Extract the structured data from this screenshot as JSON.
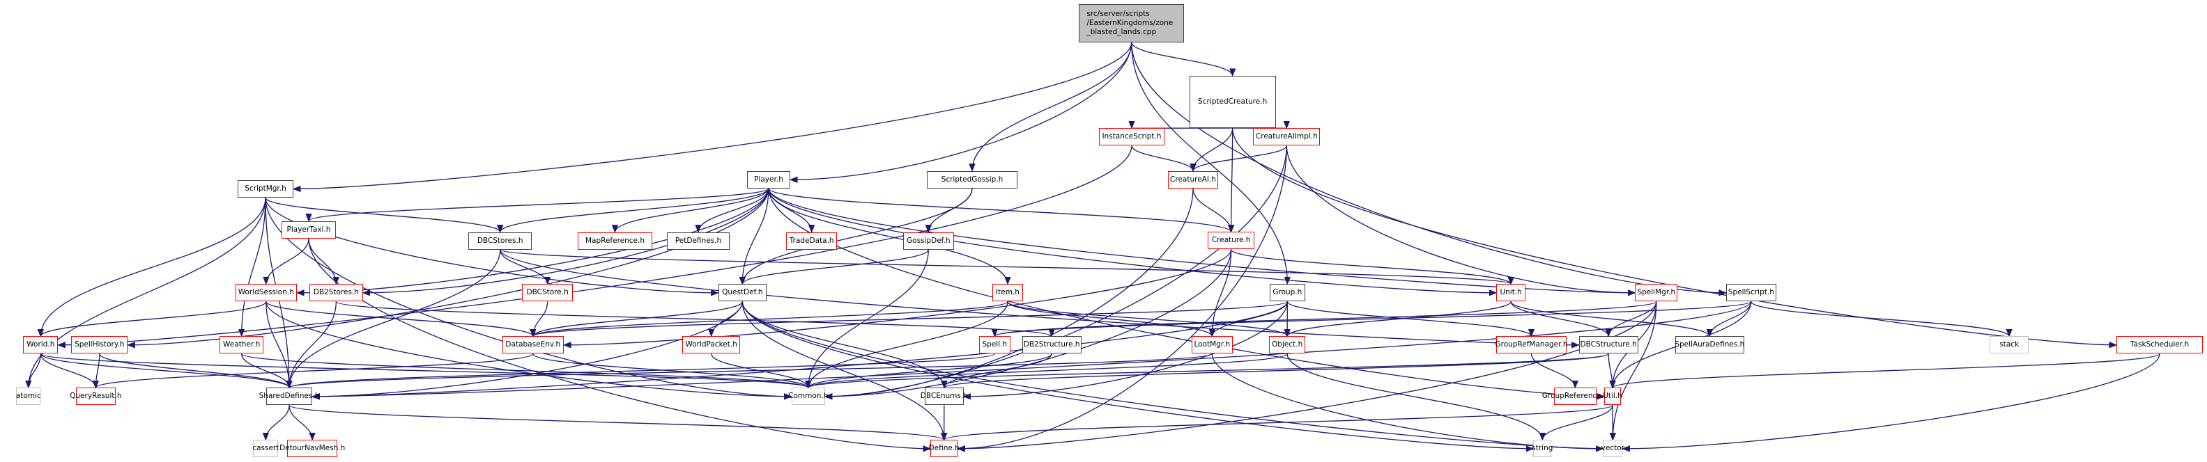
{
  "diagram": {
    "title": "src/server/scripts/EasternKingdoms/zone_blasted_lands.cpp include dependency graph",
    "edge_color": "#191970",
    "node_styles": {
      "root": {
        "fill": "#bfbfbf",
        "border": "#404040"
      },
      "normal": {
        "fill": "#ffffff",
        "border": "#404040"
      },
      "red": {
        "fill": "#ffffff",
        "border": "#ff0000"
      },
      "ext": {
        "fill": "#ffffff",
        "border": "#bfbfbf"
      }
    },
    "nodes": [
      {
        "id": "root",
        "label": "src/server/scripts\n/EasternKingdoms/zone\n_blasted_lands.cpp",
        "style": "root"
      },
      {
        "id": "ScriptedCreature",
        "label": "ScriptedCreature.h",
        "style": "normal"
      },
      {
        "id": "InstanceScript",
        "label": "InstanceScript.h",
        "style": "red"
      },
      {
        "id": "CreatureAIImpl",
        "label": "CreatureAIImpl.h",
        "style": "red"
      },
      {
        "id": "ScriptMgr",
        "label": "ScriptMgr.h",
        "style": "normal"
      },
      {
        "id": "Player",
        "label": "Player.h",
        "style": "normal"
      },
      {
        "id": "ScriptedGossip",
        "label": "ScriptedGossip.h",
        "style": "normal"
      },
      {
        "id": "CreatureAI",
        "label": "CreatureAI.h",
        "style": "red"
      },
      {
        "id": "PlayerTaxi",
        "label": "PlayerTaxi.h",
        "style": "red"
      },
      {
        "id": "DBCStores",
        "label": "DBCStores.h",
        "style": "normal"
      },
      {
        "id": "MapReference",
        "label": "MapReference.h",
        "style": "red"
      },
      {
        "id": "PetDefines",
        "label": "PetDefines.h",
        "style": "normal"
      },
      {
        "id": "TradeData",
        "label": "TradeData.h",
        "style": "red"
      },
      {
        "id": "GossipDef",
        "label": "GossipDef.h",
        "style": "red"
      },
      {
        "id": "Creature",
        "label": "Creature.h",
        "style": "red"
      },
      {
        "id": "WorldSession",
        "label": "WorldSession.h",
        "style": "red"
      },
      {
        "id": "DB2Stores",
        "label": "DB2Stores.h",
        "style": "red"
      },
      {
        "id": "DBCStore",
        "label": "DBCStore.h",
        "style": "red"
      },
      {
        "id": "QuestDef",
        "label": "QuestDef.h",
        "style": "normal"
      },
      {
        "id": "Item",
        "label": "Item.h",
        "style": "red"
      },
      {
        "id": "Group",
        "label": "Group.h",
        "style": "normal"
      },
      {
        "id": "Unit",
        "label": "Unit.h",
        "style": "red"
      },
      {
        "id": "SpellMgr",
        "label": "SpellMgr.h",
        "style": "red"
      },
      {
        "id": "SpellScript",
        "label": "SpellScript.h",
        "style": "normal"
      },
      {
        "id": "World",
        "label": "World.h",
        "style": "red"
      },
      {
        "id": "SpellHistory",
        "label": "SpellHistory.h",
        "style": "red"
      },
      {
        "id": "Weather",
        "label": "Weather.h",
        "style": "red"
      },
      {
        "id": "DatabaseEnv",
        "label": "DatabaseEnv.h",
        "style": "red"
      },
      {
        "id": "WorldPacket",
        "label": "WorldPacket.h",
        "style": "red"
      },
      {
        "id": "Spell",
        "label": "Spell.h",
        "style": "red"
      },
      {
        "id": "DB2Structure",
        "label": "DB2Structure.h",
        "style": "normal"
      },
      {
        "id": "LootMgr",
        "label": "LootMgr.h",
        "style": "red"
      },
      {
        "id": "Object",
        "label": "Object.h",
        "style": "red"
      },
      {
        "id": "GroupRefManager",
        "label": "GroupRefManager.h",
        "style": "red"
      },
      {
        "id": "DBCStructure",
        "label": "DBCStructure.h",
        "style": "normal"
      },
      {
        "id": "SpellAuraDefines",
        "label": "SpellAuraDefines.h",
        "style": "normal"
      },
      {
        "id": "stack",
        "label": "stack",
        "style": "ext"
      },
      {
        "id": "TaskScheduler",
        "label": "TaskScheduler.h",
        "style": "red"
      },
      {
        "id": "atomic",
        "label": "atomic",
        "style": "ext"
      },
      {
        "id": "QueryResult",
        "label": "QueryResult.h",
        "style": "red"
      },
      {
        "id": "SharedDefines",
        "label": "SharedDefines.h",
        "style": "normal"
      },
      {
        "id": "Common",
        "label": "Common.h",
        "style": "ext"
      },
      {
        "id": "DBCEnums",
        "label": "DBCEnums.h",
        "style": "normal"
      },
      {
        "id": "GroupReference",
        "label": "GroupReference.h",
        "style": "red"
      },
      {
        "id": "Util",
        "label": "Util.h",
        "style": "red"
      },
      {
        "id": "cassert",
        "label": "cassert",
        "style": "ext"
      },
      {
        "id": "DetourNavMesh",
        "label": "DetourNavMesh.h",
        "style": "red"
      },
      {
        "id": "Define",
        "label": "Define.h",
        "style": "red"
      },
      {
        "id": "string",
        "label": "string",
        "style": "ext"
      },
      {
        "id": "vector",
        "label": "vector",
        "style": "ext"
      }
    ],
    "edges": [
      [
        "root",
        "ScriptedCreature"
      ],
      [
        "root",
        "ScriptMgr"
      ],
      [
        "root",
        "Player"
      ],
      [
        "root",
        "ScriptedGossip"
      ],
      [
        "root",
        "Group"
      ],
      [
        "root",
        "SpellScript"
      ],
      [
        "ScriptedCreature",
        "InstanceScript"
      ],
      [
        "ScriptedCreature",
        "CreatureAI"
      ],
      [
        "ScriptedCreature",
        "CreatureAIImpl"
      ],
      [
        "ScriptedCreature",
        "Creature"
      ],
      [
        "ScriptedCreature",
        "TaskScheduler"
      ],
      [
        "InstanceScript",
        "CreatureAI"
      ],
      [
        "InstanceScript",
        "World"
      ],
      [
        "CreatureAIImpl",
        "CreatureAI"
      ],
      [
        "CreatureAIImpl",
        "SpellMgr"
      ],
      [
        "CreatureAIImpl",
        "Common"
      ],
      [
        "CreatureAIImpl",
        "Define"
      ],
      [
        "CreatureAI",
        "Creature"
      ],
      [
        "CreatureAI",
        "Common"
      ],
      [
        "ScriptMgr",
        "DBCStores"
      ],
      [
        "ScriptMgr",
        "QuestDef"
      ],
      [
        "ScriptMgr",
        "World"
      ],
      [
        "ScriptMgr",
        "Weather"
      ],
      [
        "ScriptMgr",
        "SharedDefines"
      ],
      [
        "ScriptMgr",
        "Common"
      ],
      [
        "ScriptMgr",
        "atomic"
      ],
      [
        "Player",
        "PlayerTaxi"
      ],
      [
        "Player",
        "DBCStores"
      ],
      [
        "Player",
        "MapReference"
      ],
      [
        "Player",
        "PetDefines"
      ],
      [
        "Player",
        "TradeData"
      ],
      [
        "Player",
        "QuestDef"
      ],
      [
        "Player",
        "Item"
      ],
      [
        "Player",
        "WorldSession"
      ],
      [
        "Player",
        "DB2Stores"
      ],
      [
        "Player",
        "SpellHistory"
      ],
      [
        "Player",
        "Unit"
      ],
      [
        "Player",
        "SpellMgr"
      ],
      [
        "Player",
        "Util"
      ],
      [
        "Player",
        "Creature"
      ],
      [
        "ScriptedGossip",
        "GossipDef"
      ],
      [
        "ScriptedGossip",
        "QuestDef"
      ],
      [
        "GossipDef",
        "QuestDef"
      ],
      [
        "GossipDef",
        "Common"
      ],
      [
        "PlayerTaxi",
        "WorldSession"
      ],
      [
        "PlayerTaxi",
        "DB2Stores"
      ],
      [
        "PlayerTaxi",
        "Define"
      ],
      [
        "DBCStores",
        "DBCStore"
      ],
      [
        "DBCStores",
        "SharedDefines"
      ],
      [
        "DBCStores",
        "DBCStructure"
      ],
      [
        "DBCStores",
        "Unit"
      ],
      [
        "DBCStore",
        "DatabaseEnv"
      ],
      [
        "Creature",
        "LootMgr"
      ],
      [
        "Creature",
        "Unit"
      ],
      [
        "Creature",
        "DatabaseEnv"
      ],
      [
        "Creature",
        "Common"
      ],
      [
        "WorldSession",
        "World"
      ],
      [
        "WorldSession",
        "DatabaseEnv"
      ],
      [
        "WorldSession",
        "SharedDefines"
      ],
      [
        "WorldSession",
        "Common"
      ],
      [
        "DB2Stores",
        "SharedDefines"
      ],
      [
        "DB2Stores",
        "DB2Structure"
      ],
      [
        "QuestDef",
        "WorldPacket"
      ],
      [
        "QuestDef",
        "DatabaseEnv"
      ],
      [
        "QuestDef",
        "SharedDefines"
      ],
      [
        "QuestDef",
        "DBCEnums"
      ],
      [
        "QuestDef",
        "Define"
      ],
      [
        "QuestDef",
        "string"
      ],
      [
        "QuestDef",
        "vector"
      ],
      [
        "Item",
        "Object"
      ],
      [
        "Item",
        "LootMgr"
      ],
      [
        "Item",
        "DatabaseEnv"
      ],
      [
        "Item",
        "Common"
      ],
      [
        "Group",
        "LootMgr"
      ],
      [
        "Group",
        "Object"
      ],
      [
        "Group",
        "GroupRefManager"
      ],
      [
        "Group",
        "DBCEnums"
      ],
      [
        "Group",
        "DatabaseEnv"
      ],
      [
        "Group",
        "SharedDefines"
      ],
      [
        "Unit",
        "Object"
      ],
      [
        "Unit",
        "DBCStructure"
      ],
      [
        "Unit",
        "SpellAuraDefines"
      ],
      [
        "SpellMgr",
        "DBCStructure"
      ],
      [
        "SpellMgr",
        "Util"
      ],
      [
        "SpellMgr",
        "Spell"
      ],
      [
        "SpellMgr",
        "Define"
      ],
      [
        "SpellMgr",
        "vector"
      ],
      [
        "SpellScript",
        "SpellAuraDefines"
      ],
      [
        "SpellScript",
        "stack"
      ],
      [
        "SpellScript",
        "Util"
      ],
      [
        "SpellScript",
        "Spell"
      ],
      [
        "SpellScript",
        "SharedDefines"
      ],
      [
        "World",
        "QueryResult"
      ],
      [
        "World",
        "SharedDefines"
      ],
      [
        "World",
        "atomic"
      ],
      [
        "World",
        "Common"
      ],
      [
        "SpellHistory",
        "QueryResult"
      ],
      [
        "SpellHistory",
        "SharedDefines"
      ],
      [
        "Weather",
        "SharedDefines"
      ],
      [
        "Weather",
        "Common"
      ],
      [
        "DatabaseEnv",
        "QueryResult"
      ],
      [
        "DatabaseEnv",
        "Common"
      ],
      [
        "WorldPacket",
        "Common"
      ],
      [
        "Spell",
        "SharedDefines"
      ],
      [
        "DB2Structure",
        "DBCEnums"
      ],
      [
        "DB2Structure",
        "Common"
      ],
      [
        "LootMgr",
        "SharedDefines"
      ],
      [
        "LootMgr",
        "vector"
      ],
      [
        "Object",
        "Common"
      ],
      [
        "Object",
        "string"
      ],
      [
        "GroupRefManager",
        "GroupReference"
      ],
      [
        "DBCStructure",
        "DBCEnums"
      ],
      [
        "DBCStructure",
        "Util"
      ],
      [
        "DBCStructure",
        "Common"
      ],
      [
        "TaskScheduler",
        "Util"
      ],
      [
        "TaskScheduler",
        "vector"
      ],
      [
        "SharedDefines",
        "cassert"
      ],
      [
        "SharedDefines",
        "DetourNavMesh"
      ],
      [
        "SharedDefines",
        "Define"
      ],
      [
        "DBCEnums",
        "Define"
      ],
      [
        "Util",
        "Define"
      ],
      [
        "Util",
        "string"
      ],
      [
        "Util",
        "vector"
      ]
    ]
  }
}
